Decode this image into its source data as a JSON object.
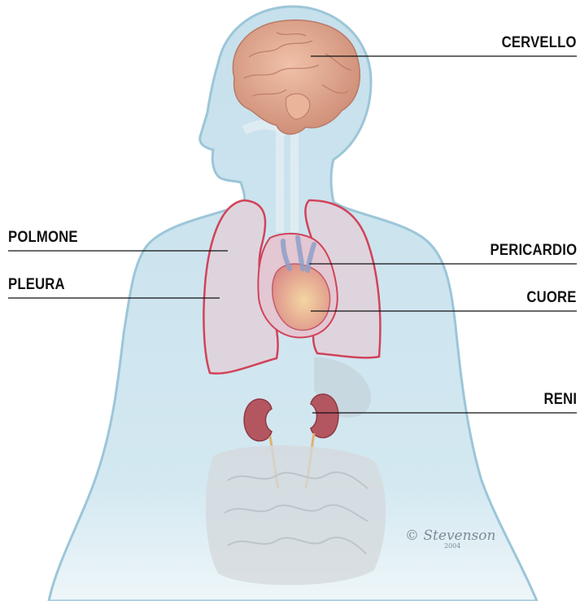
{
  "labels": {
    "cervello": "CERVELLO",
    "polmone": "POLMONE",
    "pleura": "PLEURA",
    "pericardio": "PERICARDIO",
    "cuore": "CUORE",
    "reni": "RENI"
  },
  "signature": {
    "name": "© Stevenson",
    "year": "2004"
  },
  "colors": {
    "body_fill": "#c9e1ec",
    "body_outline": "#9cc6d8",
    "brain": "#e3a98f",
    "pleura_line": "#d1435a",
    "lung": "#ddd3dc",
    "heart": "#e7b0a3",
    "kidney": "#b45660",
    "intestine": "#d3d9dd",
    "leader_line": "#111111"
  }
}
